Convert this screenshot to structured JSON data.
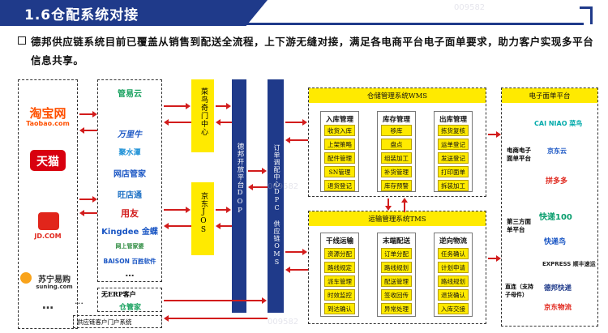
{
  "header": {
    "title": "1.6仓配系统对接"
  },
  "intro": "德邦供应链系统目前已覆盖从销售到配送全流程，上下游无缝对接，满足各电商平台电子面单要求，助力客户实现多平台信息共享。",
  "platforms": {
    "items": [
      "淘宝网",
      "Taobao.com",
      "天猫",
      "JD.COM",
      "苏宁易购",
      "suning.com"
    ],
    "more": "…"
  },
  "erp": {
    "items": [
      "管易云",
      "万里牛",
      "聚水潭",
      "网店管家",
      "旺店通",
      "用友",
      "Kingdee 金蝶",
      "网上管家婆",
      "BAISON 百胜软件"
    ],
    "more": "…"
  },
  "channels": {
    "cainiao": "菜鸟奇门中心",
    "jd": "京东JOS"
  },
  "dop": "德邦开放平台DOP",
  "dpc": "订单调配中心DPC 供应链OMS",
  "bottom": {
    "erp_clients": "无ERP客户",
    "guanjia": "仓管家",
    "portal": "供应链客户门户系统",
    "more": "…"
  },
  "wms": {
    "title": "仓储管理系统WMS",
    "columns": [
      {
        "title": "入库管理",
        "items": [
          "收货入库",
          "上架策略",
          "配件管理",
          "SN管理",
          "退货登记"
        ]
      },
      {
        "title": "库存管理",
        "items": [
          "移库",
          "盘点",
          "组装加工",
          "补货管理",
          "库存预警"
        ]
      },
      {
        "title": "出库管理",
        "items": [
          "拣货复核",
          "运单登记",
          "发送登记",
          "打印面单",
          "拆装加工"
        ]
      }
    ]
  },
  "tms": {
    "title": "运输管理系统TMS",
    "columns": [
      {
        "title": "干线运输",
        "items": [
          "资源分配",
          "路线规定",
          "派车管理",
          "时效监控",
          "到达确认"
        ]
      },
      {
        "title": "末端配送",
        "items": [
          "订单分配",
          "路线规划",
          "配送管理",
          "签收回传",
          "异常处理"
        ]
      },
      {
        "title": "逆向物流",
        "items": [
          "任务确认",
          "计划申请",
          "路线规划",
          "退货确认",
          "入库交接"
        ]
      }
    ]
  },
  "waybill": {
    "title": "电子面单平台",
    "group1_label": "电商电子面单平台",
    "group2_label": "第三方面单平台",
    "group3_label": "直连（支持子母件）",
    "logos": [
      "CAI NIAO 菜鸟",
      "京东云",
      "拼多多",
      "快递100",
      "快递鸟",
      "EXPRESS 顺丰速运",
      "德邦快递",
      "京东物流"
    ]
  },
  "watermark": "009582"
}
